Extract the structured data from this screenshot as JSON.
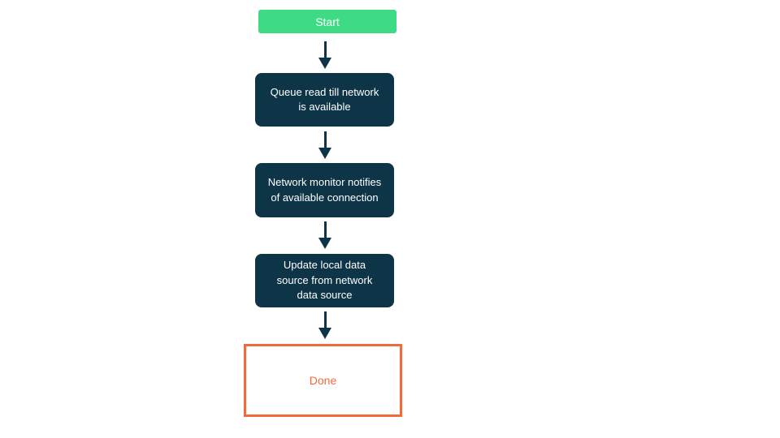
{
  "flowchart": {
    "nodes": {
      "start": {
        "label": "Start",
        "type": "start"
      },
      "step1": {
        "label": "Queue read till network is available",
        "type": "process"
      },
      "step2": {
        "label": "Network monitor notifies of available connection",
        "type": "process"
      },
      "step3": {
        "label": "Update local data source from network data source",
        "type": "process"
      },
      "done": {
        "label": "Done",
        "type": "end"
      }
    },
    "colors": {
      "start_bg": "#3ddc84",
      "process_bg": "#0e3448",
      "accent_orange": "#f2693c",
      "text_on_dark": "#ffffff",
      "arrow": "#0e3448"
    }
  }
}
